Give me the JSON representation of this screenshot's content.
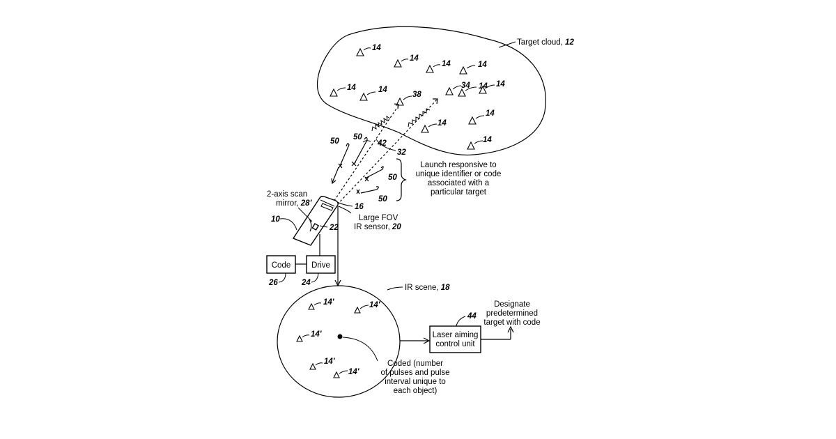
{
  "target_cloud": {
    "label": "Target cloud, ",
    "ref": "12"
  },
  "target_ref": "14",
  "target_primed_ref": "14'",
  "specific_targets": {
    "a": "38",
    "b": "34"
  },
  "beam_refs": {
    "pulse": "42",
    "boundary": "32"
  },
  "missile_ref": "50",
  "launch_note": [
    "Launch responsive to",
    "unique identifier or code",
    "associated with a",
    "particular target"
  ],
  "scan_mirror": {
    "line1": "2-axis scan",
    "line2": "mirror, ",
    "ref": "28'"
  },
  "device_ref": "10",
  "sensor_window_ref": "16",
  "sensor": {
    "line1": "Large FOV",
    "line2": "IR sensor, ",
    "ref": "20"
  },
  "aux_ref": "22",
  "code_box": {
    "label": "Code",
    "ref": "26"
  },
  "drive_box": {
    "label": "Drive",
    "ref": "24"
  },
  "ir_scene": {
    "label": "IR scene, ",
    "ref": "18"
  },
  "laser_unit": {
    "line1": "Laser aiming",
    "line2": "control unit",
    "ref": "44"
  },
  "designate_note": [
    "Designate",
    "predetermined",
    "target with code"
  ],
  "coded_note": [
    "Coded (number",
    "of pulses and pulse",
    "interval unique to",
    "each object)"
  ]
}
